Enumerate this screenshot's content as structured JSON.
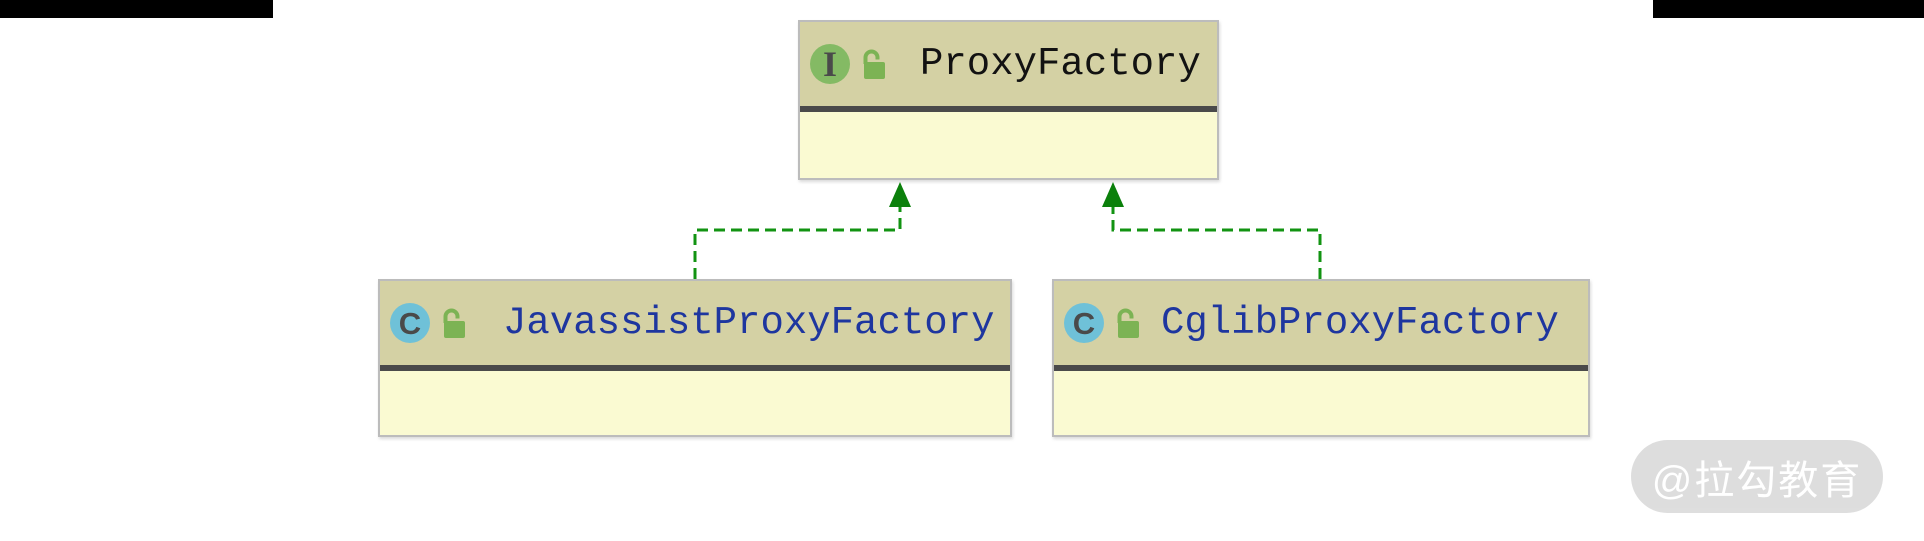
{
  "diagram": {
    "nodes": [
      {
        "name": "ProxyFactory",
        "stereotype": "interface",
        "badge_letter": "I",
        "visibility": "public-unlocked"
      },
      {
        "name": "JavassistProxyFactory",
        "stereotype": "class",
        "badge_letter": "C",
        "visibility": "public-unlocked"
      },
      {
        "name": "CglibProxyFactory",
        "stereotype": "class",
        "badge_letter": "C",
        "visibility": "public-unlocked"
      }
    ],
    "edges": [
      {
        "from": "JavassistProxyFactory",
        "to": "ProxyFactory",
        "type": "implements"
      },
      {
        "from": "CglibProxyFactory",
        "to": "ProxyFactory",
        "type": "implements"
      }
    ],
    "colors": {
      "node_header_bg": "#d4d1a4",
      "node_body_bg": "#fafad2",
      "node_border": "#bcbcbc",
      "header_separator": "#4a4a4a",
      "interface_badge_bg": "#84ba64",
      "class_badge_bg": "#6fc1d8",
      "badge_letter": "#4a4a4a",
      "padlock_green": "#7cb354",
      "interface_title": "#121212",
      "class_title": "#1e369f",
      "edge_dash_green": "#129312",
      "edge_arrow_green": "#0b800b"
    }
  },
  "watermark": {
    "text": "@拉勾教育"
  }
}
